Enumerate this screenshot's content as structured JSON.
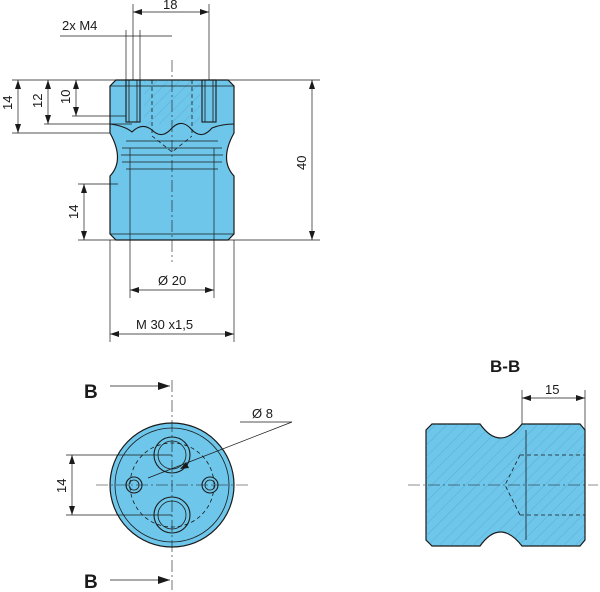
{
  "labels": {
    "thread_holes": "2x M4",
    "hole_spacing": "18",
    "dim_14_top": "14",
    "dim_12": "12",
    "dim_10": "10",
    "dim_40": "40",
    "dim_14_bottom": "14",
    "dia_20": "Ø 20",
    "thread_main": "M 30 x1,5",
    "section_mark_top": "B",
    "section_mark_bottom": "B",
    "dia_8": "Ø 8",
    "dim_14_end": "14",
    "section_title": "B-B",
    "dim_15": "15"
  },
  "colors": {
    "part_fill": "#6ec6ea",
    "line": "#1a1a1a"
  }
}
